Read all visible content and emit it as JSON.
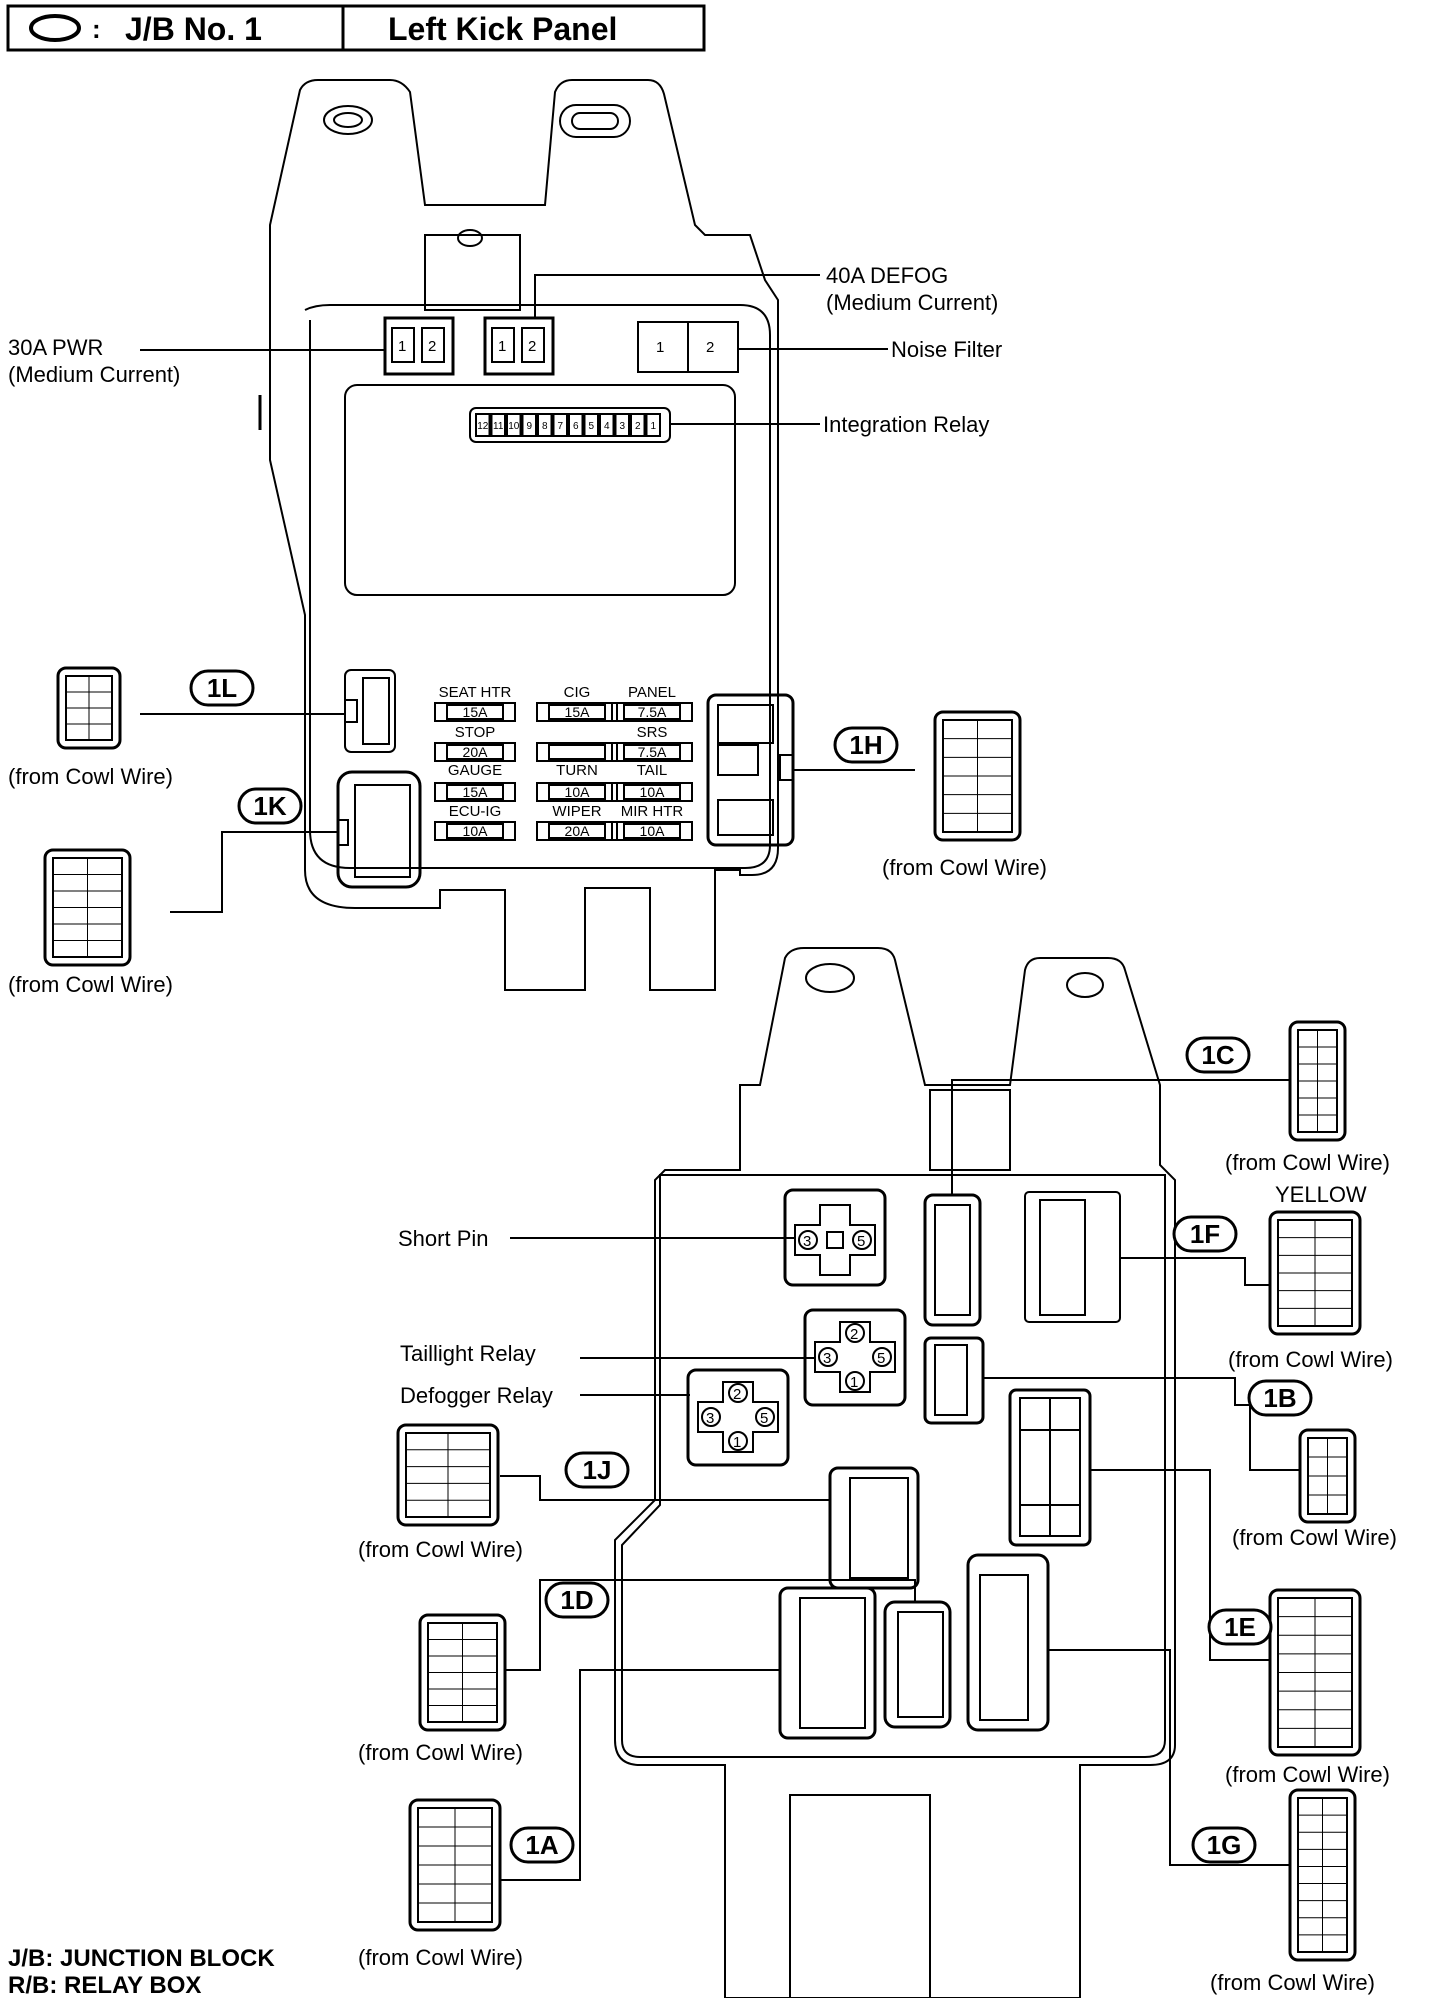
{
  "header": {
    "symbol_sep": ":",
    "title": "J/B No. 1",
    "location": "Left Kick Panel"
  },
  "legend": {
    "jb": "J/B: JUNCTION BLOCK",
    "rb": "R/B: RELAY BOX"
  },
  "callouts": {
    "pwr": [
      "30A PWR",
      "(Medium Current)"
    ],
    "defog": [
      "40A DEFOG",
      "(Medium Current)"
    ],
    "noise": "Noise Filter",
    "integration": "Integration Relay",
    "short_pin": "Short Pin",
    "taillight": "Taillight Relay",
    "defogger": "Defogger Relay",
    "yellow": "YELLOW"
  },
  "from_cowl": "(from Cowl Wire)",
  "connectors": [
    "1L",
    "1K",
    "1H",
    "1C",
    "1F",
    "1B",
    "1J",
    "1D",
    "1E",
    "1A",
    "1G"
  ],
  "fuses": [
    {
      "name": "SEAT HTR",
      "amp": "15A"
    },
    {
      "name": "CIG",
      "amp": "15A"
    },
    {
      "name": "PANEL",
      "amp": "7.5A"
    },
    {
      "name": "STOP",
      "amp": "20A"
    },
    {
      "name": "",
      "amp": ""
    },
    {
      "name": "SRS",
      "amp": "7.5A"
    },
    {
      "name": "GAUGE",
      "amp": "15A"
    },
    {
      "name": "TURN",
      "amp": "10A"
    },
    {
      "name": "TAIL",
      "amp": "10A"
    },
    {
      "name": "ECU-IG",
      "amp": "10A"
    },
    {
      "name": "WIPER",
      "amp": "20A"
    },
    {
      "name": "MIR HTR",
      "amp": "10A"
    }
  ],
  "relay_pins": {
    "dual": [
      "1",
      "2"
    ],
    "integration": [
      "12",
      "11",
      "10",
      "9",
      "8",
      "7",
      "6",
      "5",
      "4",
      "3",
      "2",
      "1"
    ],
    "short_pin": [
      "3",
      "5"
    ],
    "taillight": [
      "2",
      "3",
      "5",
      "1"
    ],
    "defogger": [
      "2",
      "3",
      "5",
      "1"
    ]
  }
}
